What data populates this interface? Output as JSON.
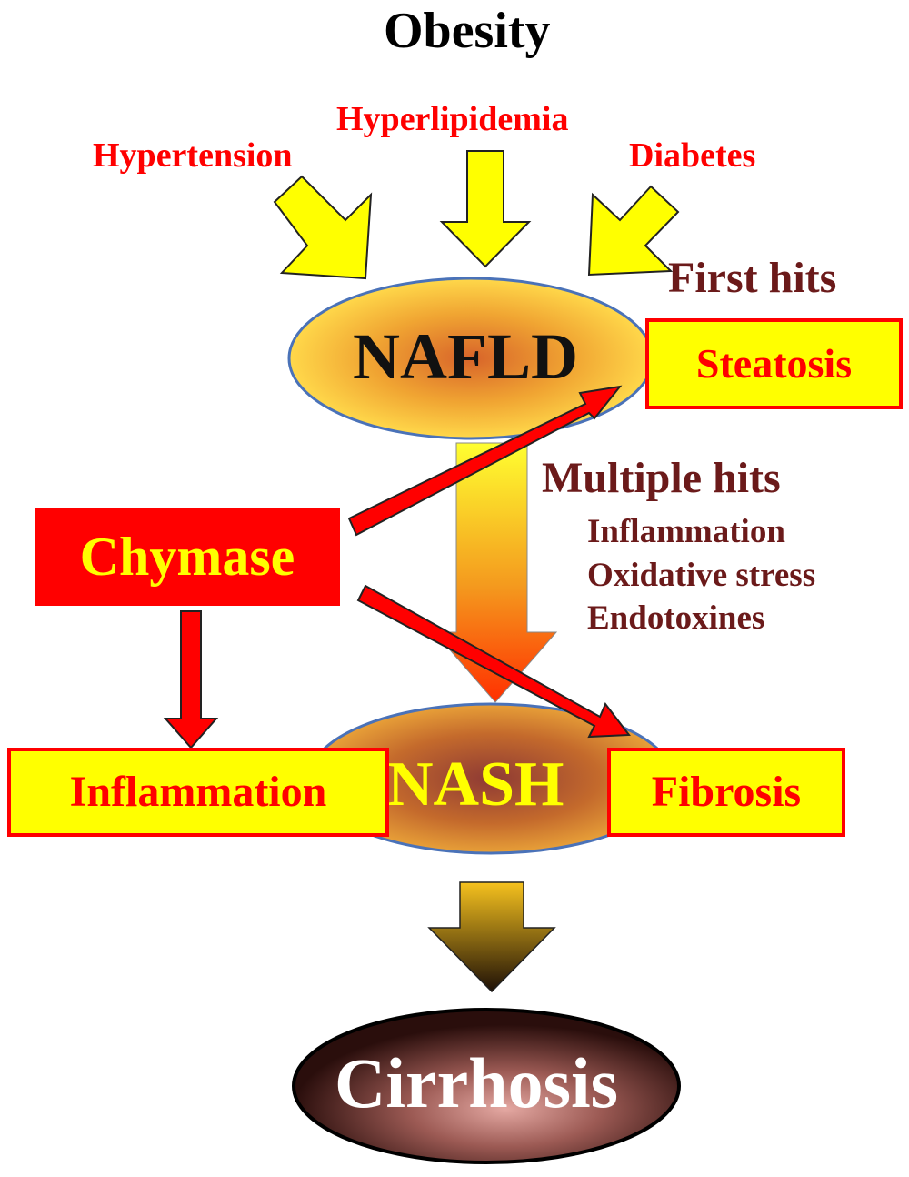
{
  "title": "Obesity",
  "risk_factors": {
    "hypertension": "Hypertension",
    "hyperlipidemia": "Hyperlipidemia",
    "diabetes": "Diabetes"
  },
  "stages": {
    "nafld": "NAFLD",
    "nash": "NASH",
    "cirrhosis": "Cirrhosis"
  },
  "first_hits": {
    "heading": "First hits",
    "steatosis": "Steatosis"
  },
  "multiple_hits": {
    "heading": "Multiple hits",
    "items": [
      "Inflammation",
      "Oxidative stress",
      "Endotoxines"
    ]
  },
  "chymase": {
    "label": "Chymase",
    "inflammation": "Inflammation",
    "fibrosis": "Fibrosis"
  },
  "colors": {
    "risk_text": "#ff0000",
    "hits_text": "#6b1a1a",
    "yellow_arrow": "#ffff00",
    "red_arrow": "#ff0000",
    "box_fill": "#ffff00",
    "box_border": "#ff0000",
    "chymase_fill": "#ff0000",
    "chymase_text": "#ffff00",
    "ellipse_border": "#4a72b8"
  }
}
